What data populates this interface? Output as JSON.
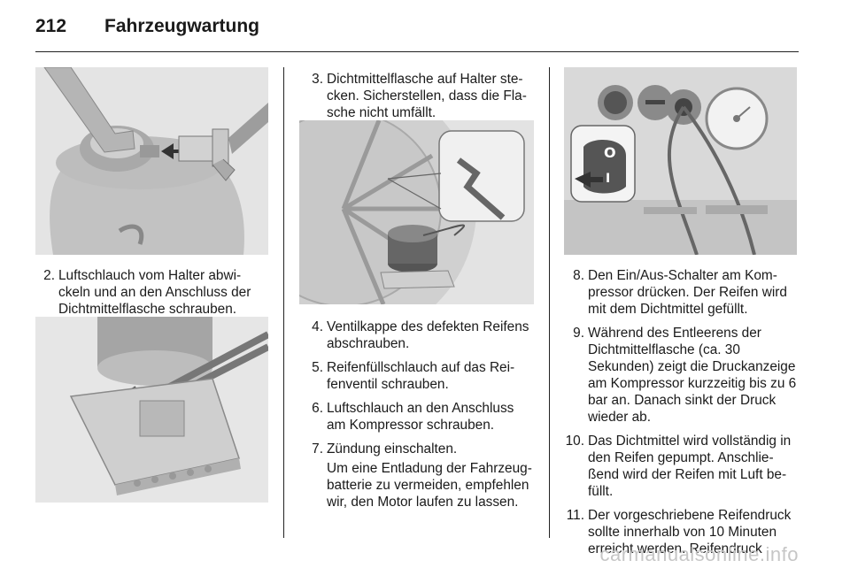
{
  "header": {
    "page_number": "212",
    "title": "Fahrzeugwartung"
  },
  "col1": {
    "steps": [
      {
        "num": "2.",
        "text": "Luftschlauch vom Halter abwi­ckeln und an den Anschluss der Dichtmittelflasche schrauben."
      }
    ]
  },
  "col2": {
    "step3": {
      "num": "3.",
      "text": "Dichtmittelflasche auf Halter ste­cken. Sicherstellen, dass die Fla­sche nicht umfällt."
    },
    "steps": [
      {
        "num": "4.",
        "text": "Ventilkappe des defekten Reifens abschrauben."
      },
      {
        "num": "5.",
        "text": "Reifenfüllschlauch auf das Rei­fenventil schrauben."
      },
      {
        "num": "6.",
        "text": "Luftschlauch an den Anschluss am Kompressor schrauben."
      },
      {
        "num": "7.",
        "text": "Zündung einschalten.",
        "sub": "Um eine Entladung der Fahrzeug­batterie zu vermeiden, empfehlen wir, den Motor laufen zu lassen."
      }
    ]
  },
  "col3": {
    "steps": [
      {
        "num": "8.",
        "text": "Den Ein/Aus-Schalter am Kom­pressor drücken. Der Reifen wird mit dem Dichtmittel gefüllt."
      },
      {
        "num": "9.",
        "text": "Während des Entleerens der Dichtmittelflasche (ca. 30 Sekunden) zeigt die Druckan­zeige am Kompressor kurzzeitig bis zu 6 bar an. Danach sinkt der Druck wieder ab."
      },
      {
        "num": "10.",
        "text": "Das Dichtmittel wird vollständig in den Reifen gepumpt. Anschlie­ßend wird der Reifen mit Luft be­füllt."
      },
      {
        "num": "11.",
        "text": "Der vorgeschriebene Reifendruck sollte innerhalb von 10 Minuten erreicht werden. Reifendruck"
      }
    ]
  },
  "figures": {
    "switch_on": "O",
    "switch_off": "I"
  },
  "watermark": "carmanualsonline.info"
}
